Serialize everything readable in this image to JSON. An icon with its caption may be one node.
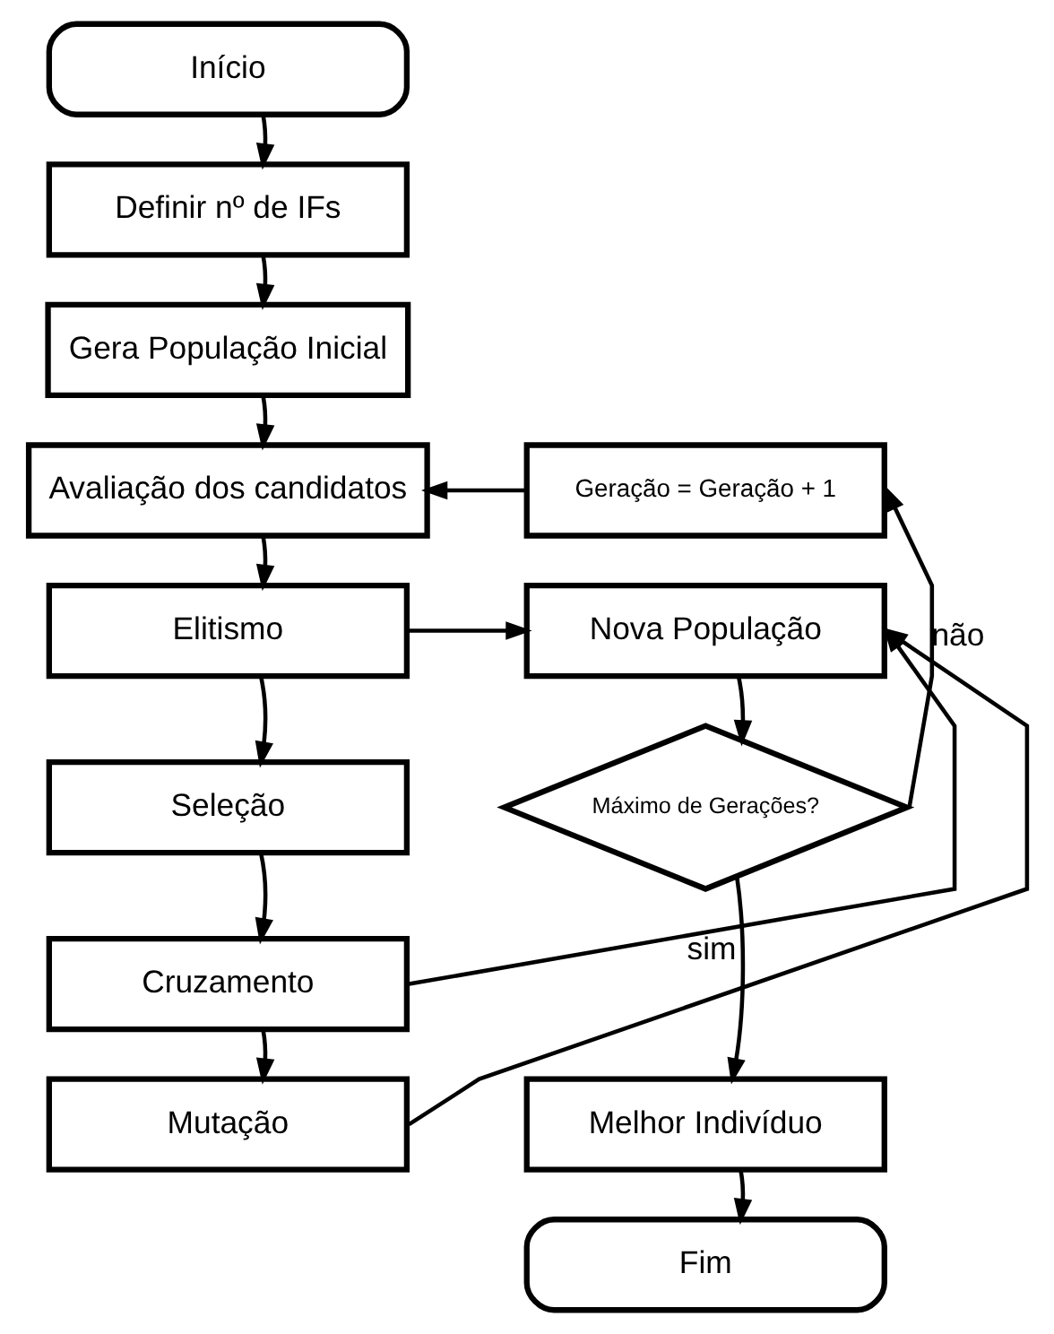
{
  "diagram": {
    "nodes": [
      {
        "text": [
          "Início"
        ]
      },
      {
        "text": [
          "Definir nº de IFs"
        ]
      },
      {
        "text": [
          "Gera População Inicial"
        ]
      },
      {
        "text": [
          "Avaliação dos candidatos"
        ]
      },
      {
        "text": [
          "Geração = Geração + 1"
        ]
      },
      {
        "text": [
          "Elitismo"
        ]
      },
      {
        "text": [
          "Nova População"
        ]
      },
      {
        "text": [
          "Seleção"
        ]
      },
      {
        "text": [
          "Máximo de Gerações?"
        ]
      },
      {
        "text": [
          "Cruzamento"
        ]
      },
      {
        "text": [
          "Mutação"
        ]
      },
      {
        "text": [
          "Melhor Indivíduo"
        ]
      },
      {
        "text": [
          "Fim"
        ]
      }
    ],
    "edges": [
      {
        "from": 0,
        "to": 1,
        "arrow": "to"
      },
      {
        "from": 1,
        "to": 2,
        "arrow": "to"
      },
      {
        "from": 2,
        "to": 3,
        "arrow": "to"
      },
      {
        "from": 3,
        "to": 5,
        "arrow": "to"
      },
      {
        "from": 5,
        "to": 7,
        "arrow": "to"
      },
      {
        "from": 7,
        "to": 9,
        "arrow": "to"
      },
      {
        "from": 9,
        "to": 10,
        "arrow": "to"
      },
      {
        "from": 5,
        "to": 6,
        "arrow": "to"
      },
      {
        "from": 9,
        "to": 6,
        "arrow": "to"
      },
      {
        "from": 10,
        "to": 6,
        "arrow": "to"
      },
      {
        "from": 6,
        "to": 8,
        "arrow": "to"
      },
      {
        "from": 8,
        "to": 11,
        "label": "sim",
        "arrow": "to"
      },
      {
        "from": 8,
        "to": 4,
        "label": "não",
        "arrow": "to"
      },
      {
        "from": 4,
        "to": 3,
        "arrow": "to"
      },
      {
        "from": 11,
        "to": 12,
        "arrow": "to"
      }
    ]
  }
}
